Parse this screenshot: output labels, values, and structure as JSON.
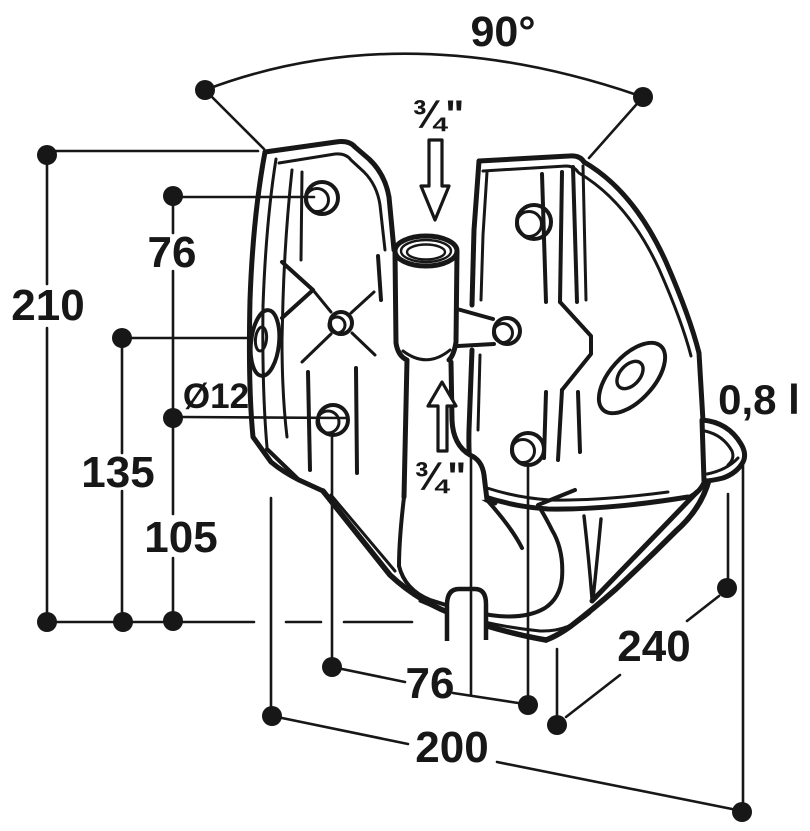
{
  "diagram": {
    "type": "technical-dimension-drawing",
    "subject": "wall-mounted drinking bowl with pipe valve, perspective line drawing",
    "labels": {
      "angle": "90°",
      "inlet_top": "¾\"",
      "inlet_bottom": "¾\"",
      "dim_total_height": "210",
      "dim_upper_hole_offset": "76",
      "dim_side_hole_height": "135",
      "dim_lower_hole_height": "105",
      "hole_diameter": "Ø12",
      "capacity": "0,8 l",
      "dim_depth_diagonal": "240",
      "dim_lower_hole_spacing": "76",
      "dim_overall_width": "200"
    },
    "units_note_visible": false,
    "colors": {
      "line": "#171717",
      "background": "#ffffff"
    }
  }
}
